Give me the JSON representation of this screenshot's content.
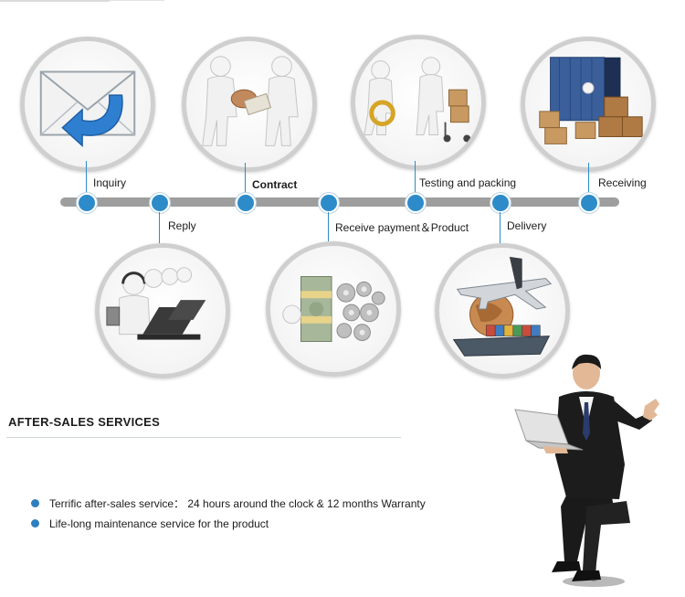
{
  "process": {
    "steps": [
      {
        "id": "inquiry",
        "label": "Inquiry",
        "icon": "envelope-arrow-icon",
        "position": "top"
      },
      {
        "id": "reply",
        "label": "Reply",
        "icon": "call-center-icon",
        "position": "bottom"
      },
      {
        "id": "contract",
        "label": "Contract",
        "icon": "handshake-deal-icon",
        "position": "top"
      },
      {
        "id": "payment",
        "label": "Receive payment＆Product",
        "icon": "money-gears-icon",
        "position": "bottom"
      },
      {
        "id": "testing",
        "label": "Testing and packing",
        "icon": "magnifier-boxes-icon",
        "position": "top"
      },
      {
        "id": "delivery",
        "label": "Delivery",
        "icon": "plane-ship-globe-icon",
        "position": "bottom"
      },
      {
        "id": "receiving",
        "label": "Receiving",
        "icon": "container-boxes-icon",
        "position": "top"
      }
    ]
  },
  "after_sales": {
    "title": "AFTER-SALES SERVICES",
    "items": [
      "Terrific after-sales service： 24 hours around the clock & 12 months Warranty",
      "Life-long maintenance service for the product"
    ]
  },
  "colors": {
    "accent": "#2e8bc9",
    "timeline": "#9e9e9e",
    "circle_border": "#cfcfcf"
  }
}
